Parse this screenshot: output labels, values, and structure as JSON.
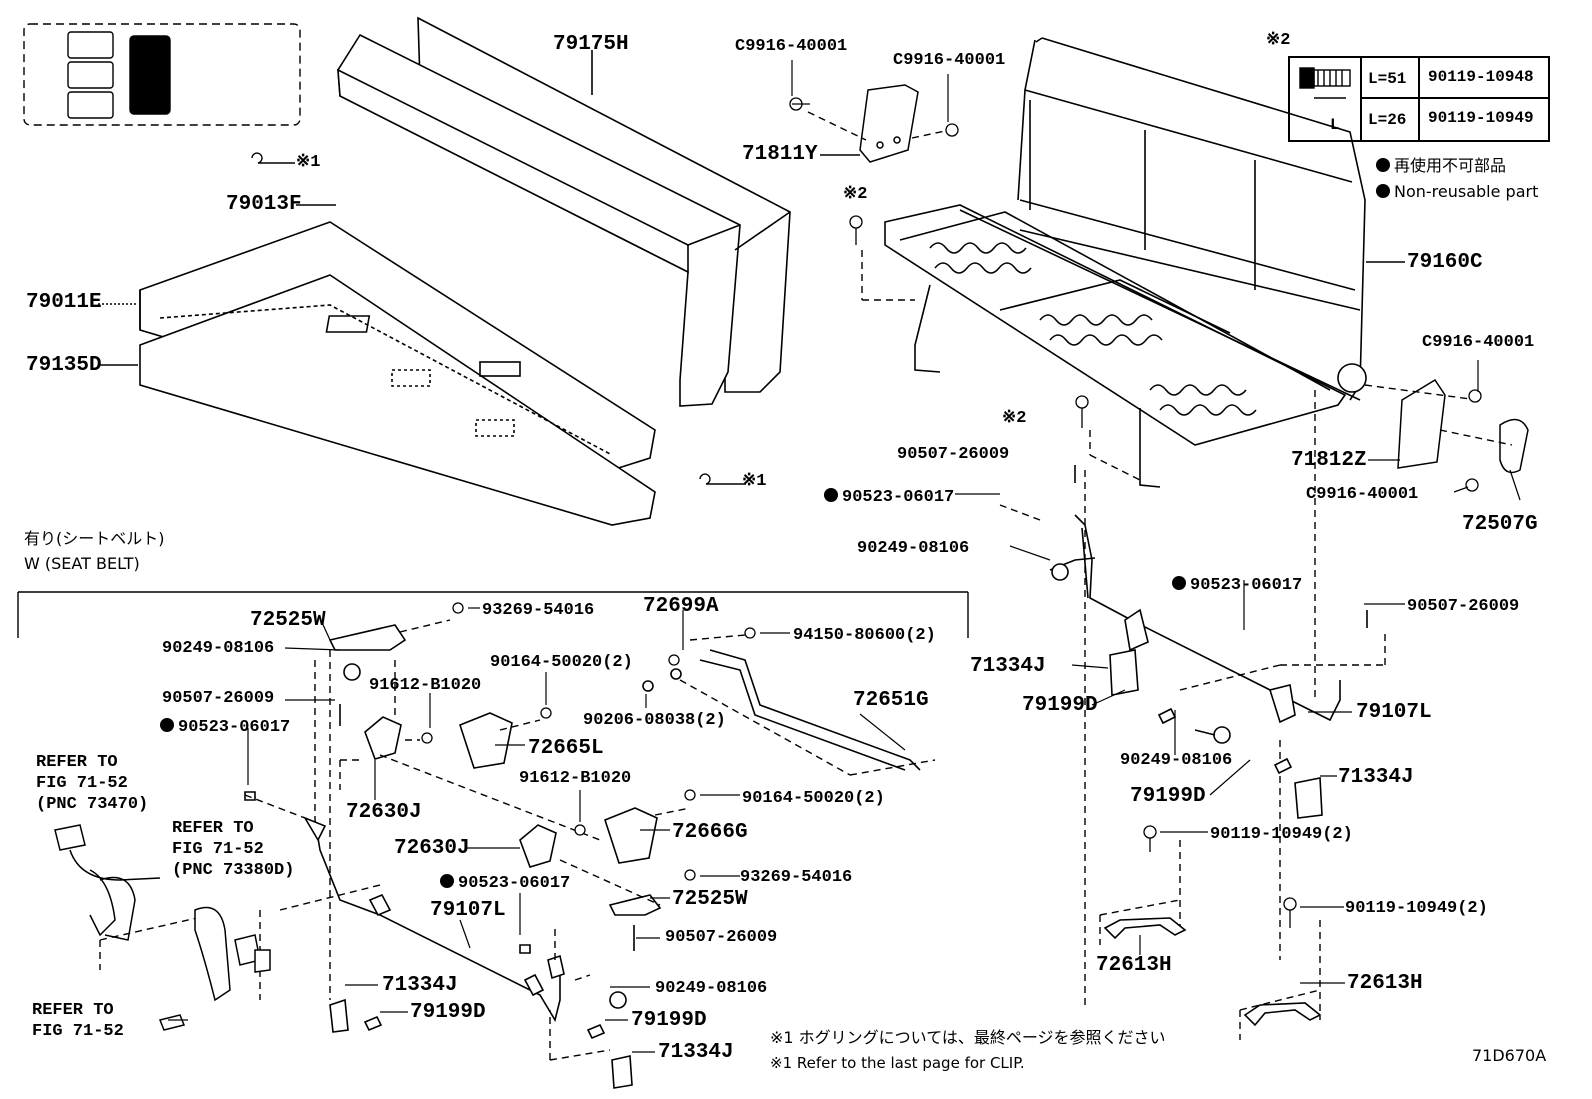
{
  "diagram_code": "71D670A",
  "parts": {
    "p79175H": "79175H",
    "p79013F": "79013F",
    "p79011E": "79011E",
    "p79135D": "79135D",
    "p71811Y": "71811Y",
    "p79160C": "79160C",
    "p71812Z": "71812Z",
    "p72507G": "72507G",
    "p71334J_r1": "71334J",
    "p79199D_r1": "79199D",
    "p79107L_r": "79107L",
    "p79199D_r2": "79199D",
    "p71334J_r2": "71334J",
    "p72613H_1": "72613H",
    "p72613H_2": "72613H",
    "p72525W_1": "72525W",
    "p72699A": "72699A",
    "p72651G": "72651G",
    "p72665L": "72665L",
    "p72630J_1": "72630J",
    "p72630J_2": "72630J",
    "p72666G": "72666G",
    "p72525W_2": "72525W",
    "p79107L_l": "79107L",
    "p71334J_l1": "71334J",
    "p79199D_l1": "79199D",
    "p79199D_l2": "79199D",
    "p71334J_l2": "71334J"
  },
  "fasteners": {
    "c9916_a": "C9916-40001",
    "c9916_b": "C9916-40001",
    "c9916_c": "C9916-40001",
    "c9916_d": "C9916-40001",
    "n90507_a": "90507-26009",
    "n90523_a": "90523-06017",
    "n90249_a": "90249-08106",
    "n90523_b": "90523-06017",
    "n90507_b": "90507-26009",
    "n90249_b": "90249-08106",
    "n90119_a": "90119-10949(2)",
    "n90119_b": "90119-10949(2)",
    "n93269_a": "93269-54016",
    "n90249_c": "90249-08106",
    "n90507_c": "90507-26009",
    "n90523_c": "90523-06017",
    "n91612_a": "91612-B1020",
    "n90164_a": "90164-50020(2)",
    "n94150": "94150-80600(2)",
    "n90206": "90206-08038(2)",
    "n91612_b": "91612-B1020",
    "n90164_b": "90164-50020(2)",
    "n90523_d": "90523-06017",
    "n93269_b": "93269-54016",
    "n90507_d": "90507-26009",
    "n90249_d": "90249-08106"
  },
  "marks": {
    "k1_a": "※1",
    "k1_b": "※1",
    "k2_a": "※2",
    "k2_b": "※2",
    "k2_table": "※2"
  },
  "bolt_table": {
    "len_label": "L",
    "rows": [
      {
        "length": "L=51",
        "part": "90119-10948"
      },
      {
        "length": "L=26",
        "part": "90119-10949"
      }
    ]
  },
  "legend": {
    "jp": "再使用不可部品",
    "en": "Non-reusable part"
  },
  "seatbelt_section": {
    "jp": "有り(シートベルト)",
    "en": "W (SEAT BELT)"
  },
  "refer": {
    "r1": [
      "REFER TO",
      "FIG 71-52",
      "(PNC 73470)"
    ],
    "r2": [
      "REFER TO",
      "FIG 71-52",
      "(PNC 73380D)"
    ],
    "r3": [
      "REFER TO",
      "FIG 71-52"
    ]
  },
  "footnotes": {
    "jp": "※1 ホグリングについては、最終ページを参照ください",
    "en": "※1 Refer to the last page for CLIP."
  }
}
